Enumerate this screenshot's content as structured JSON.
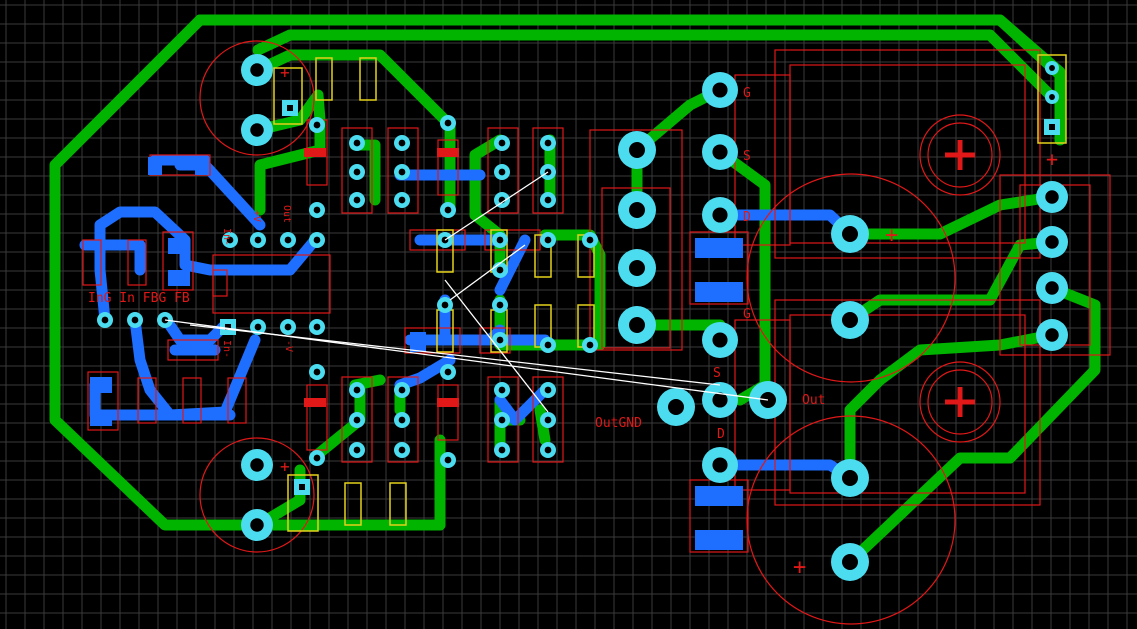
{
  "colors": {
    "background": "#000000",
    "grid": "#3a3a3a",
    "top_copper": "#00b400",
    "bottom_copper": "#1e6eff",
    "pad": "#4cdcf0",
    "silk_red": "#e01818",
    "part_yellow": "#e6d21a",
    "ratsnest": "#ffffff"
  },
  "labels": {
    "input_pins": "InG In FBG FB",
    "out_gnd": "OutGND",
    "out": "Out",
    "g_upper": "G",
    "s_upper": "S",
    "d_upper": "D",
    "g_lower": "G",
    "s_lower": "S",
    "d_lower": "D",
    "plus_top_left": "+",
    "plus_bottom_left": "+",
    "plus_right_upper": "+",
    "plus_right_lower": "+",
    "plus_header": "+",
    "in_minus": "In-",
    "in_minus_lower": "In-",
    "out_tag": "Out",
    "v_tag": "+V",
    "minus_v_tag": "-V"
  }
}
